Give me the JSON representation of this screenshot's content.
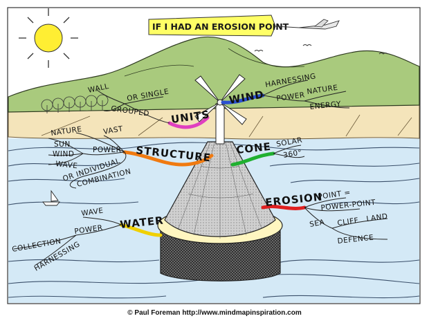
{
  "title": "IF I HAD AN EROSION POINT",
  "credit": "© Paul Foreman http://www.mindmapinspiration.com",
  "branches": {
    "units": {
      "label": "UNITS",
      "color": "#e040c0",
      "wall": "WALL",
      "or_single": "OR SINGLE",
      "grouped": "GROUPED"
    },
    "wind": {
      "label": "WIND",
      "color": "#2a4fd0",
      "harnessing": "HARNESSING",
      "power": "POWER",
      "nature": "NATURE",
      "energy": "ENERGY"
    },
    "structure": {
      "label": "STRUCTURE",
      "color": "#f07a10",
      "vast": "VAST",
      "nature": "NATURE",
      "sun": "SUN",
      "wind": "WIND",
      "wave": "WAVE",
      "power": "POWER",
      "or_individual": "OR INDIVIDUAL",
      "combination": "COMBINATION"
    },
    "cone": {
      "label": "CONE",
      "color": "#20b030",
      "solar": "SOLAR",
      "degrees": "360°"
    },
    "erosion": {
      "label": "EROSION",
      "color": "#e02020",
      "point": "POINT =",
      "power_point": "POWER-POINT",
      "sea": "SEA",
      "cliff": "CLIFF",
      "land": "LAND",
      "defence": "DEFENCE"
    },
    "water": {
      "label": "WATER",
      "color": "#f0d000",
      "wave": "WAVE",
      "power": "POWER",
      "collection": "COLLECTION",
      "harnessing": "HARNESSING"
    }
  },
  "colors": {
    "sky": "#ffffff",
    "sun": "#ffee33",
    "hills": "#a7c97a",
    "beach": "#f3e3b8",
    "sea": "#cfe6f5",
    "banner": "#ffff66",
    "cone": "#c9c9c9"
  },
  "icons": [
    "sun-icon",
    "plane-icon",
    "wind-turbine-icon",
    "sailboat-icon",
    "bird-icon"
  ]
}
